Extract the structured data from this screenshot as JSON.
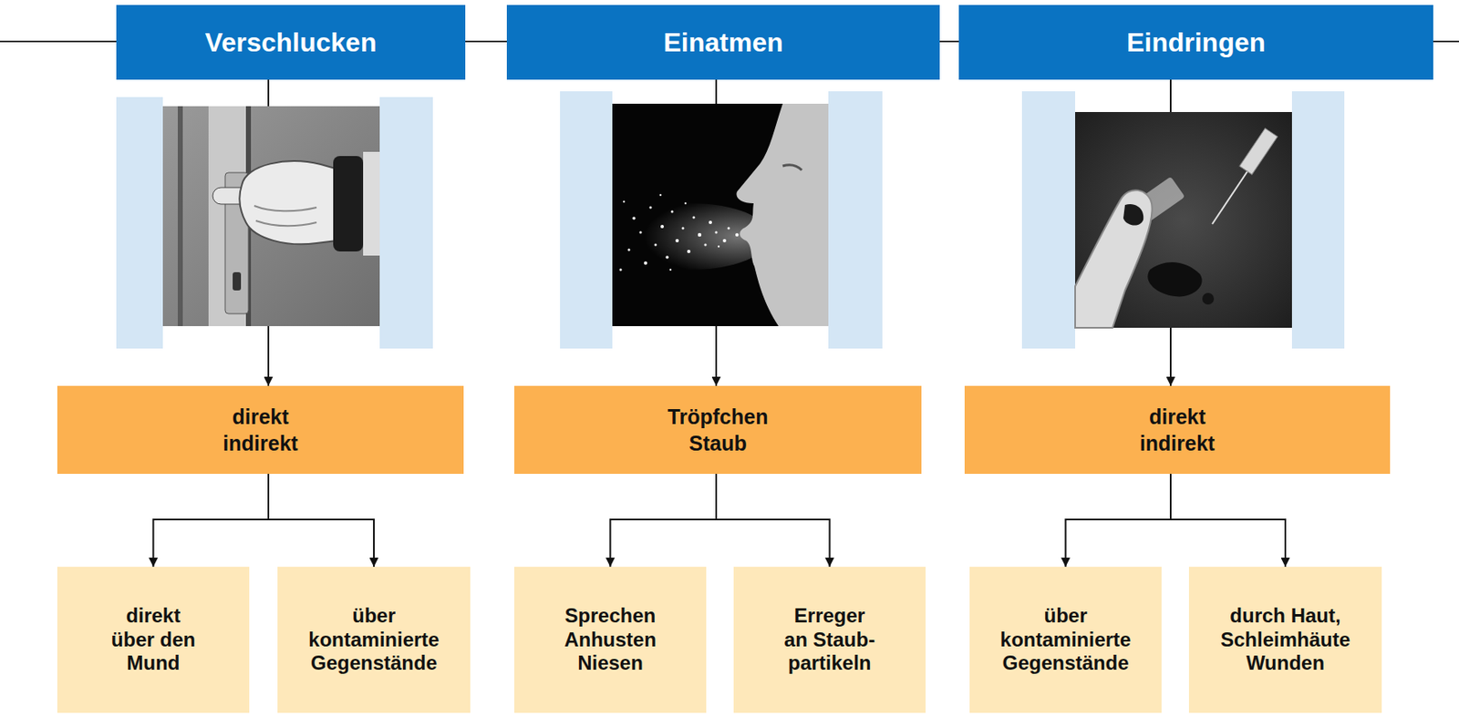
{
  "diagram": {
    "nodes": [
      {
        "text": [
          "Verschlucken"
        ]
      },
      {
        "text": [
          "Einatmen"
        ]
      },
      {
        "text": [
          "Eindringen"
        ]
      },
      {
        "text": [
          "direkt",
          "indirekt"
        ]
      },
      {
        "text": [
          "Tröpfchen",
          "Staub"
        ]
      },
      {
        "text": [
          "direkt",
          "indirekt"
        ]
      },
      {
        "text": [
          "direkt über den Mund"
        ]
      },
      {
        "text": [
          "über kontaminierte Gegenstände"
        ]
      },
      {
        "text": [
          "Sprechen Anhusten Niesen"
        ]
      },
      {
        "text": [
          "Erreger an Staub- partikeln"
        ]
      },
      {
        "text": [
          "über kontaminierte Gegenstände"
        ]
      },
      {
        "text": [
          "durch Haut, Schleimhäute Wunden"
        ]
      }
    ],
    "edges": [
      {
        "from": 0,
        "to": 3,
        "arrow": "to"
      },
      {
        "from": 1,
        "to": 4,
        "arrow": "to"
      },
      {
        "from": 2,
        "to": 5,
        "arrow": "to"
      },
      {
        "from": 3,
        "to": 6,
        "arrow": "to"
      },
      {
        "from": 3,
        "to": 7,
        "arrow": "to"
      },
      {
        "from": 4,
        "to": 8,
        "arrow": "to"
      },
      {
        "from": 4,
        "to": 9,
        "arrow": "to"
      },
      {
        "from": 5,
        "to": 10,
        "arrow": "to"
      },
      {
        "from": 5,
        "to": 11,
        "arrow": "to"
      }
    ]
  }
}
